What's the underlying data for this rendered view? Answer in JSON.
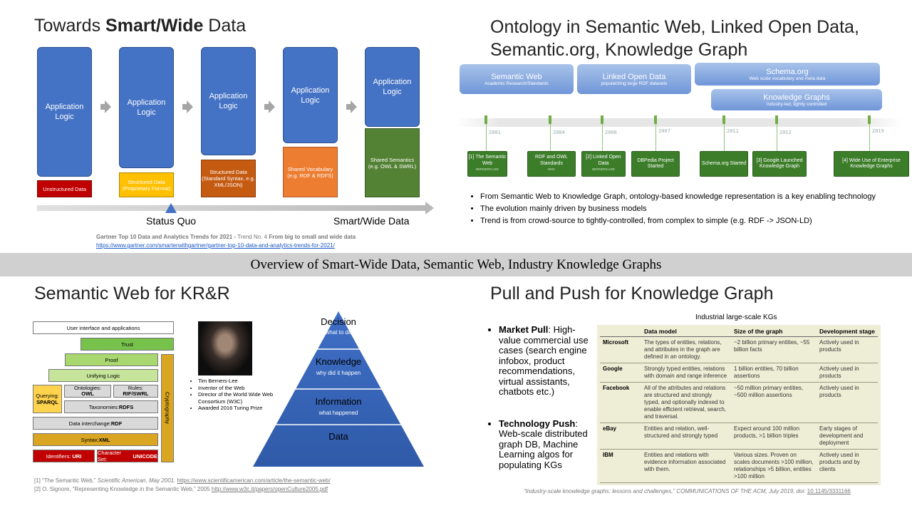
{
  "q1": {
    "title_pre": "Towards ",
    "title_bold": "Smart/Wide",
    "title_post": " Data",
    "app_logic_label": "Application Logic",
    "unstructured": "Unstructured Data",
    "structured_proprietary": "Structured Data (Proprietary Format)",
    "structured_standard": "Structured Data (Standard Syntax, e.g. XML/JSON)",
    "shared_vocab": "Shared Vocabulary (e.g. RDF & RDFS)",
    "shared_semantics": "Shared Semantics (e.g. OWL & SWRL)",
    "status_quo": "Status Quo",
    "smart_wide": "Smart/Wide Data",
    "source_pre": "Gartner Top 10 Data and Analytics Trends for 2021 -",
    "source_mid": " Trend No. 4 ",
    "source_post": "From big to small and wide data",
    "source_url": "https://www.gartner.com/smarterwithgartner/gartner-top-10-data-and-analytics-trends-for-2021/",
    "colors": {
      "app": "#4472c4",
      "red": "#c00000",
      "yellow": "#ffc000",
      "orange_dark": "#c55a11",
      "orange": "#ed7d31",
      "green": "#548235"
    }
  },
  "q2": {
    "title_line1": "Ontology in Semantic Web, Linked Open Data,",
    "title_line2": "Semantic.org, Knowledge Graph",
    "bands": [
      {
        "h": "Semantic Web",
        "s": "Academic Research/Standards"
      },
      {
        "h": "Linked Open Data",
        "s": "popularizing large RDF datasets"
      },
      {
        "h": "Schema.org",
        "s": "Web scale vocabulary and meta data"
      },
      {
        "h": "Knowledge Graphs",
        "s": "Industry-led, tightly controlled"
      }
    ],
    "years": [
      "2001",
      "2004",
      "2006",
      "2007",
      "2011",
      "2012",
      "2019"
    ],
    "milestones": [
      {
        "label": "[1] The Semantic Web",
        "sub": "BERNERS-LEE"
      },
      {
        "label": "RDF and OWL Standards",
        "sub": "W3C"
      },
      {
        "label": "[2] Linked Open Data",
        "sub": "BERNERS-LEE"
      },
      {
        "label": "DBPedia Project Started",
        "sub": ""
      },
      {
        "label": "Schema.org Started",
        "sub": ""
      },
      {
        "label": "[3] Google Launched Knowledge Graph",
        "sub": ""
      },
      {
        "label": "[4] Wide Use of Enterprise Knowledge Graphs",
        "sub": ""
      }
    ],
    "bullets": [
      "From Semantic Web to Knowledge Graph, ontology-based knowledge representation is a key enabling technology",
      "The evolution mainly driven by business models",
      "Trend is from crowd-source to tightly-controlled, from complex to simple (e.g. RDF -> JSON-LD)"
    ]
  },
  "banner": "Overview of Smart-Wide Data, Semantic Web, Industry Knowledge Graphs",
  "q3": {
    "title": "Semantic Web for KR&R",
    "layers": {
      "ui": "User interface and applications",
      "trust": "Trust",
      "proof": "Proof",
      "unifying": "Unifying Logic",
      "querying_label": "Querying:",
      "querying_value": "SPARQL",
      "ontologies_label": "Ontologies:",
      "ontologies_value": "OWL",
      "rules_label": "Rules:",
      "rules_value": "RIF/SWRL",
      "taxonomies_label": "Taxonomies:",
      "taxonomies_value": "RDFS",
      "interchange_label": "Data interchange:",
      "interchange_value": "RDF",
      "syntax_label": "Syntax:",
      "syntax_value": "XML",
      "identifiers_label": "Identifiers:",
      "identifiers_value": "URI",
      "charset_label": "Character Set:",
      "charset_value": "UNICODE",
      "crypto": "Cryptography"
    },
    "person": [
      "Tim Berners-Lee",
      "Inventor of the Web",
      "Director of the World Wide Web Consortium (W3C)",
      "Awarded 2016 Turing Prize"
    ],
    "pyramid": [
      {
        "h": "Decision",
        "s": "what to do"
      },
      {
        "h": "Knowledge",
        "s": "why did it happen"
      },
      {
        "h": "Information",
        "s": "what happened"
      },
      {
        "h": "Data",
        "s": ""
      }
    ],
    "ref1_pre": "[1] “The Semantic Web,” ",
    "ref1_it": "Scientific American, May 2001. ",
    "ref1_url": "https://www.scientificamerican.com/article/the-semantic-web/",
    "ref2_pre": "[2] O. Signore, “Representing Knowledge in the Semantic Web,” 2005 ",
    "ref2_url": "http://www.w3c.it/papers/openCulture2005.pdf"
  },
  "q4": {
    "title": "Pull and Push for Knowledge Graph",
    "pull_head": "Market Pull",
    "pull_text": ": High-value commercial use cases (search engine infobox, product recommendations, virtual assistants, chatbots etc.)",
    "push_head": "Technology Push",
    "push_text": ": Web-scale distributed graph DB, Machine Learning algos for populating KGs",
    "table_title": "Industrial large-scale KGs",
    "columns": [
      "",
      "Data model",
      "Size of the graph",
      "Development stage"
    ],
    "rows": [
      [
        "Microsoft",
        "The types of entities, relations, and attributes in the graph are defined in an ontology.",
        "~2 billion primary entities, ~55 billion facts",
        "Actively used in products"
      ],
      [
        "Google",
        "Strongly typed entities, relations with domain and range inference",
        "1 billion entities, 70 billion assertions",
        "Actively used in products"
      ],
      [
        "Facebook",
        "All of the attributes and relations are structured and strongly typed, and optionally indexed to enable efficient retrieval, search, and traversal.",
        "~50 million primary entities, ~500 million assertions",
        "Actively used in products"
      ],
      [
        "eBay",
        "Entities and relation, well-structured and strongly typed",
        "Expect around 100 million products, >1 billion triples",
        "Early stages of development and deployment"
      ],
      [
        "IBM",
        "Entities and relations with evidence information associated with them.",
        "Various sizes. Proven on scales documents >100 million, relationships >5 billion, entities >100 million",
        "Actively used in products and by clients"
      ]
    ],
    "citation_pre": "“Industry-scale knowledge graphs: lessons and challenges,” COMMUNICATIONS OF THE ACM, July 2019, doi: ",
    "citation_doi": "10.1145/3331166"
  }
}
